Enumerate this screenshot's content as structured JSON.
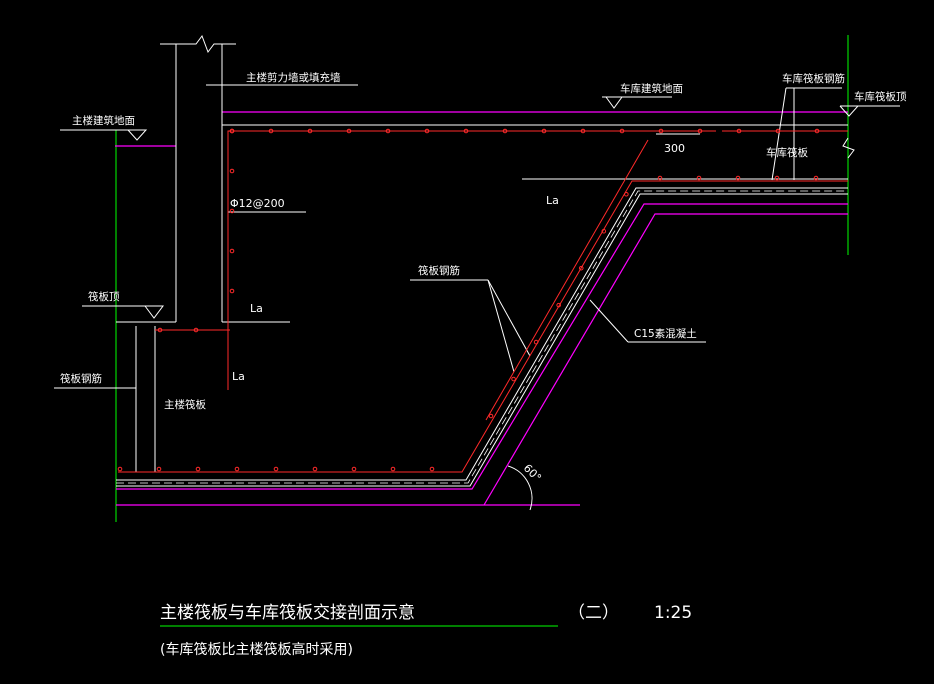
{
  "labels": {
    "main_wall": "主楼剪力墙或填充墙",
    "garage_floor": "车库建筑地面",
    "garage_raft_rebar_top": "车库筏板钢筋",
    "garage_raft_top": "车库筏板顶",
    "main_floor": "主楼建筑地面",
    "garage_raft": "车库筏板",
    "dim_300": "300",
    "la_upper": "La",
    "wall_rebar": "Φ12@200",
    "raft_top": "筏板顶",
    "la_mid": "La",
    "la_lower": "La",
    "raft_rebar_slope": "筏板钢筋",
    "raft_rebar_left": "筏板钢筋",
    "main_raft": "主楼筏板",
    "concrete": "C15素混凝土",
    "angle": "60°"
  },
  "title": {
    "main": "主楼筏板与车库筏板交接剖面示意",
    "number": "（二）",
    "scale": "1:25",
    "subtitle": "(车库筏板比主楼筏板高时采用)"
  },
  "colors": {
    "background": "#000000",
    "outline": "#ffffff",
    "rebar": "#ff2a2a",
    "cushion": "#ff00ff",
    "grid": "#00ff00"
  }
}
